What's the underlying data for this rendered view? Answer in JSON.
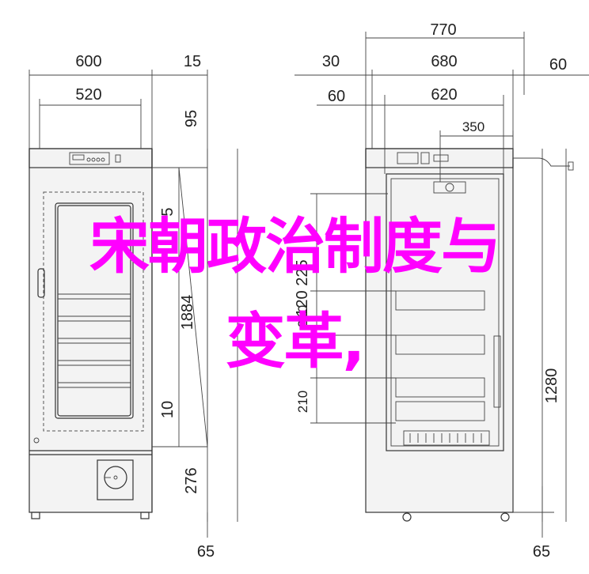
{
  "overlay": {
    "line1": "宋朝政治制度与",
    "line2": "变革,"
  },
  "dimensions": {
    "front": {
      "width_total": "600",
      "width_inner": "520",
      "side_offset": "15",
      "top_height": "95",
      "door_gap": "5",
      "inner_height": "1884",
      "bottom_gap": "10",
      "base_height": "276",
      "foot_offset": "65"
    },
    "side": {
      "depth_total": "770",
      "depth_main": "680",
      "left_offset": "30",
      "right_offset": "60",
      "inner_offset": "60",
      "inner_depth": "620",
      "shelf_depth": "350",
      "shelf_pitch_a": "225",
      "shelf_pitch_b": "120",
      "shelf_pitch_c": "210",
      "shelf_pitch_d": "210",
      "height_total": "1280",
      "foot_offset": "65"
    }
  },
  "colors": {
    "outline": "#333333",
    "panel": "#f3f3f3",
    "overlay_text": "#ff00ff"
  }
}
